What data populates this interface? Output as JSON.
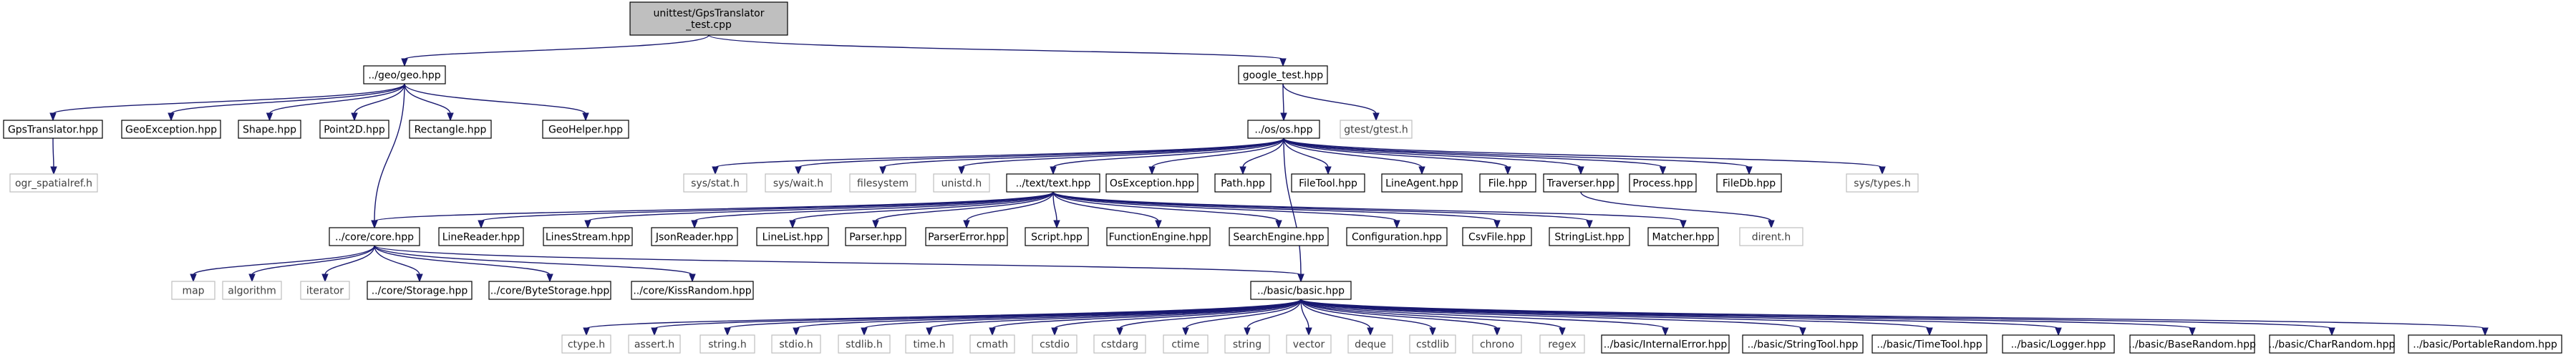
{
  "diagram": {
    "type": "include-dependency-graph",
    "colors": {
      "edge": "#191970",
      "root_fill": "#bfbfbf",
      "documented_border": "#000000",
      "undocumented_border": "#bfbfbf",
      "undocumented_text": "#404040",
      "text": "#000000"
    },
    "nodes": [
      {
        "id": "root",
        "lines": [
          "unittest/GpsTranslator",
          "_test.cpp"
        ],
        "style": "root"
      },
      {
        "id": "geo",
        "lines": [
          "../geo/geo.hpp"
        ],
        "style": "doc"
      },
      {
        "id": "google_test",
        "lines": [
          "google_test.hpp"
        ],
        "style": "doc"
      },
      {
        "id": "gpstrans",
        "lines": [
          "GpsTranslator.hpp"
        ],
        "style": "doc"
      },
      {
        "id": "geoexc",
        "lines": [
          "GeoException.hpp"
        ],
        "style": "doc"
      },
      {
        "id": "shape",
        "lines": [
          "Shape.hpp"
        ],
        "style": "doc"
      },
      {
        "id": "point2d",
        "lines": [
          "Point2D.hpp"
        ],
        "style": "doc"
      },
      {
        "id": "rect",
        "lines": [
          "Rectangle.hpp"
        ],
        "style": "doc"
      },
      {
        "id": "geohelper",
        "lines": [
          "GeoHelper.hpp"
        ],
        "style": "doc"
      },
      {
        "id": "ogr",
        "lines": [
          "ogr_spatialref.h"
        ],
        "style": "ext"
      },
      {
        "id": "os",
        "lines": [
          "../os/os.hpp"
        ],
        "style": "doc"
      },
      {
        "id": "gtest",
        "lines": [
          "gtest/gtest.h"
        ],
        "style": "ext"
      },
      {
        "id": "sysstat",
        "lines": [
          "sys/stat.h"
        ],
        "style": "ext"
      },
      {
        "id": "syswait",
        "lines": [
          "sys/wait.h"
        ],
        "style": "ext"
      },
      {
        "id": "filesystem",
        "lines": [
          "filesystem"
        ],
        "style": "ext"
      },
      {
        "id": "unistd",
        "lines": [
          "unistd.h"
        ],
        "style": "ext"
      },
      {
        "id": "text",
        "lines": [
          "../text/text.hpp"
        ],
        "style": "doc"
      },
      {
        "id": "osexc",
        "lines": [
          "OsException.hpp"
        ],
        "style": "doc"
      },
      {
        "id": "path",
        "lines": [
          "Path.hpp"
        ],
        "style": "doc"
      },
      {
        "id": "filetool",
        "lines": [
          "FileTool.hpp"
        ],
        "style": "doc"
      },
      {
        "id": "lineagent",
        "lines": [
          "LineAgent.hpp"
        ],
        "style": "doc"
      },
      {
        "id": "file",
        "lines": [
          "File.hpp"
        ],
        "style": "doc"
      },
      {
        "id": "traverser",
        "lines": [
          "Traverser.hpp"
        ],
        "style": "doc"
      },
      {
        "id": "process",
        "lines": [
          "Process.hpp"
        ],
        "style": "doc"
      },
      {
        "id": "filedb",
        "lines": [
          "FileDb.hpp"
        ],
        "style": "doc"
      },
      {
        "id": "systypes",
        "lines": [
          "sys/types.h"
        ],
        "style": "ext"
      },
      {
        "id": "core",
        "lines": [
          "../core/core.hpp"
        ],
        "style": "doc"
      },
      {
        "id": "linereader",
        "lines": [
          "LineReader.hpp"
        ],
        "style": "doc"
      },
      {
        "id": "linesstream",
        "lines": [
          "LinesStream.hpp"
        ],
        "style": "doc"
      },
      {
        "id": "jsonreader",
        "lines": [
          "JsonReader.hpp"
        ],
        "style": "doc"
      },
      {
        "id": "linelist",
        "lines": [
          "LineList.hpp"
        ],
        "style": "doc"
      },
      {
        "id": "parser",
        "lines": [
          "Parser.hpp"
        ],
        "style": "doc"
      },
      {
        "id": "parsererror",
        "lines": [
          "ParserError.hpp"
        ],
        "style": "doc"
      },
      {
        "id": "script",
        "lines": [
          "Script.hpp"
        ],
        "style": "doc"
      },
      {
        "id": "funcengine",
        "lines": [
          "FunctionEngine.hpp"
        ],
        "style": "doc"
      },
      {
        "id": "searchengine",
        "lines": [
          "SearchEngine.hpp"
        ],
        "style": "doc"
      },
      {
        "id": "config",
        "lines": [
          "Configuration.hpp"
        ],
        "style": "doc"
      },
      {
        "id": "csvfile",
        "lines": [
          "CsvFile.hpp"
        ],
        "style": "doc"
      },
      {
        "id": "stringlist",
        "lines": [
          "StringList.hpp"
        ],
        "style": "doc"
      },
      {
        "id": "matcher",
        "lines": [
          "Matcher.hpp"
        ],
        "style": "doc"
      },
      {
        "id": "dirent",
        "lines": [
          "dirent.h"
        ],
        "style": "ext"
      },
      {
        "id": "map",
        "lines": [
          "map"
        ],
        "style": "ext"
      },
      {
        "id": "algorithm",
        "lines": [
          "algorithm"
        ],
        "style": "ext"
      },
      {
        "id": "iterator",
        "lines": [
          "iterator"
        ],
        "style": "ext"
      },
      {
        "id": "storage",
        "lines": [
          "../core/Storage.hpp"
        ],
        "style": "doc"
      },
      {
        "id": "bytestorage",
        "lines": [
          "../core/ByteStorage.hpp"
        ],
        "style": "doc"
      },
      {
        "id": "kissrandom",
        "lines": [
          "../core/KissRandom.hpp"
        ],
        "style": "doc"
      },
      {
        "id": "basic",
        "lines": [
          "../basic/basic.hpp"
        ],
        "style": "doc"
      },
      {
        "id": "ctype",
        "lines": [
          "ctype.h"
        ],
        "style": "ext"
      },
      {
        "id": "assert",
        "lines": [
          "assert.h"
        ],
        "style": "ext"
      },
      {
        "id": "string_h",
        "lines": [
          "string.h"
        ],
        "style": "ext"
      },
      {
        "id": "stdio_h",
        "lines": [
          "stdio.h"
        ],
        "style": "ext"
      },
      {
        "id": "stdlib_h",
        "lines": [
          "stdlib.h"
        ],
        "style": "ext"
      },
      {
        "id": "time_h",
        "lines": [
          "time.h"
        ],
        "style": "ext"
      },
      {
        "id": "cmath",
        "lines": [
          "cmath"
        ],
        "style": "ext"
      },
      {
        "id": "cstdio",
        "lines": [
          "cstdio"
        ],
        "style": "ext"
      },
      {
        "id": "cstdarg",
        "lines": [
          "cstdarg"
        ],
        "style": "ext"
      },
      {
        "id": "ctime",
        "lines": [
          "ctime"
        ],
        "style": "ext"
      },
      {
        "id": "string",
        "lines": [
          "string"
        ],
        "style": "ext"
      },
      {
        "id": "vector",
        "lines": [
          "vector"
        ],
        "style": "ext"
      },
      {
        "id": "deque",
        "lines": [
          "deque"
        ],
        "style": "ext"
      },
      {
        "id": "cstdlib",
        "lines": [
          "cstdlib"
        ],
        "style": "ext"
      },
      {
        "id": "chrono",
        "lines": [
          "chrono"
        ],
        "style": "ext"
      },
      {
        "id": "regex",
        "lines": [
          "regex"
        ],
        "style": "ext"
      },
      {
        "id": "interr",
        "lines": [
          "../basic/InternalError.hpp"
        ],
        "style": "doc"
      },
      {
        "id": "strtool",
        "lines": [
          "../basic/StringTool.hpp"
        ],
        "style": "doc"
      },
      {
        "id": "timetool",
        "lines": [
          "../basic/TimeTool.hpp"
        ],
        "style": "doc"
      },
      {
        "id": "logger",
        "lines": [
          "../basic/Logger.hpp"
        ],
        "style": "doc"
      },
      {
        "id": "baserandom",
        "lines": [
          "../basic/BaseRandom.hpp"
        ],
        "style": "doc"
      },
      {
        "id": "charrandom",
        "lines": [
          "../basic/CharRandom.hpp"
        ],
        "style": "doc"
      },
      {
        "id": "portrandom",
        "lines": [
          "../basic/PortableRandom.hpp"
        ],
        "style": "doc"
      }
    ],
    "edges": [
      [
        "root",
        "geo"
      ],
      [
        "root",
        "google_test"
      ],
      [
        "geo",
        "gpstrans"
      ],
      [
        "geo",
        "geoexc"
      ],
      [
        "geo",
        "shape"
      ],
      [
        "geo",
        "point2d"
      ],
      [
        "geo",
        "rect"
      ],
      [
        "geo",
        "geohelper"
      ],
      [
        "geo",
        "core"
      ],
      [
        "gpstrans",
        "ogr"
      ],
      [
        "google_test",
        "os"
      ],
      [
        "google_test",
        "gtest"
      ],
      [
        "os",
        "sysstat"
      ],
      [
        "os",
        "syswait"
      ],
      [
        "os",
        "filesystem"
      ],
      [
        "os",
        "unistd"
      ],
      [
        "os",
        "text"
      ],
      [
        "os",
        "osexc"
      ],
      [
        "os",
        "path"
      ],
      [
        "os",
        "filetool"
      ],
      [
        "os",
        "lineagent"
      ],
      [
        "os",
        "file"
      ],
      [
        "os",
        "traverser"
      ],
      [
        "os",
        "process"
      ],
      [
        "os",
        "filedb"
      ],
      [
        "os",
        "systypes"
      ],
      [
        "os",
        "basic"
      ],
      [
        "traverser",
        "dirent"
      ],
      [
        "text",
        "core"
      ],
      [
        "text",
        "linereader"
      ],
      [
        "text",
        "linesstream"
      ],
      [
        "text",
        "jsonreader"
      ],
      [
        "text",
        "linelist"
      ],
      [
        "text",
        "parser"
      ],
      [
        "text",
        "parsererror"
      ],
      [
        "text",
        "script"
      ],
      [
        "text",
        "funcengine"
      ],
      [
        "text",
        "searchengine"
      ],
      [
        "text",
        "config"
      ],
      [
        "text",
        "csvfile"
      ],
      [
        "text",
        "stringlist"
      ],
      [
        "text",
        "matcher"
      ],
      [
        "core",
        "map"
      ],
      [
        "core",
        "algorithm"
      ],
      [
        "core",
        "iterator"
      ],
      [
        "core",
        "storage"
      ],
      [
        "core",
        "bytestorage"
      ],
      [
        "core",
        "kissrandom"
      ],
      [
        "core",
        "basic"
      ],
      [
        "basic",
        "ctype"
      ],
      [
        "basic",
        "assert"
      ],
      [
        "basic",
        "string_h"
      ],
      [
        "basic",
        "stdio_h"
      ],
      [
        "basic",
        "stdlib_h"
      ],
      [
        "basic",
        "time_h"
      ],
      [
        "basic",
        "cmath"
      ],
      [
        "basic",
        "cstdio"
      ],
      [
        "basic",
        "cstdarg"
      ],
      [
        "basic",
        "ctime"
      ],
      [
        "basic",
        "string"
      ],
      [
        "basic",
        "vector"
      ],
      [
        "basic",
        "deque"
      ],
      [
        "basic",
        "cstdlib"
      ],
      [
        "basic",
        "chrono"
      ],
      [
        "basic",
        "regex"
      ],
      [
        "basic",
        "interr"
      ],
      [
        "basic",
        "strtool"
      ],
      [
        "basic",
        "timetool"
      ],
      [
        "basic",
        "logger"
      ],
      [
        "basic",
        "baserandom"
      ],
      [
        "basic",
        "charrandom"
      ],
      [
        "basic",
        "portrandom"
      ]
    ]
  }
}
